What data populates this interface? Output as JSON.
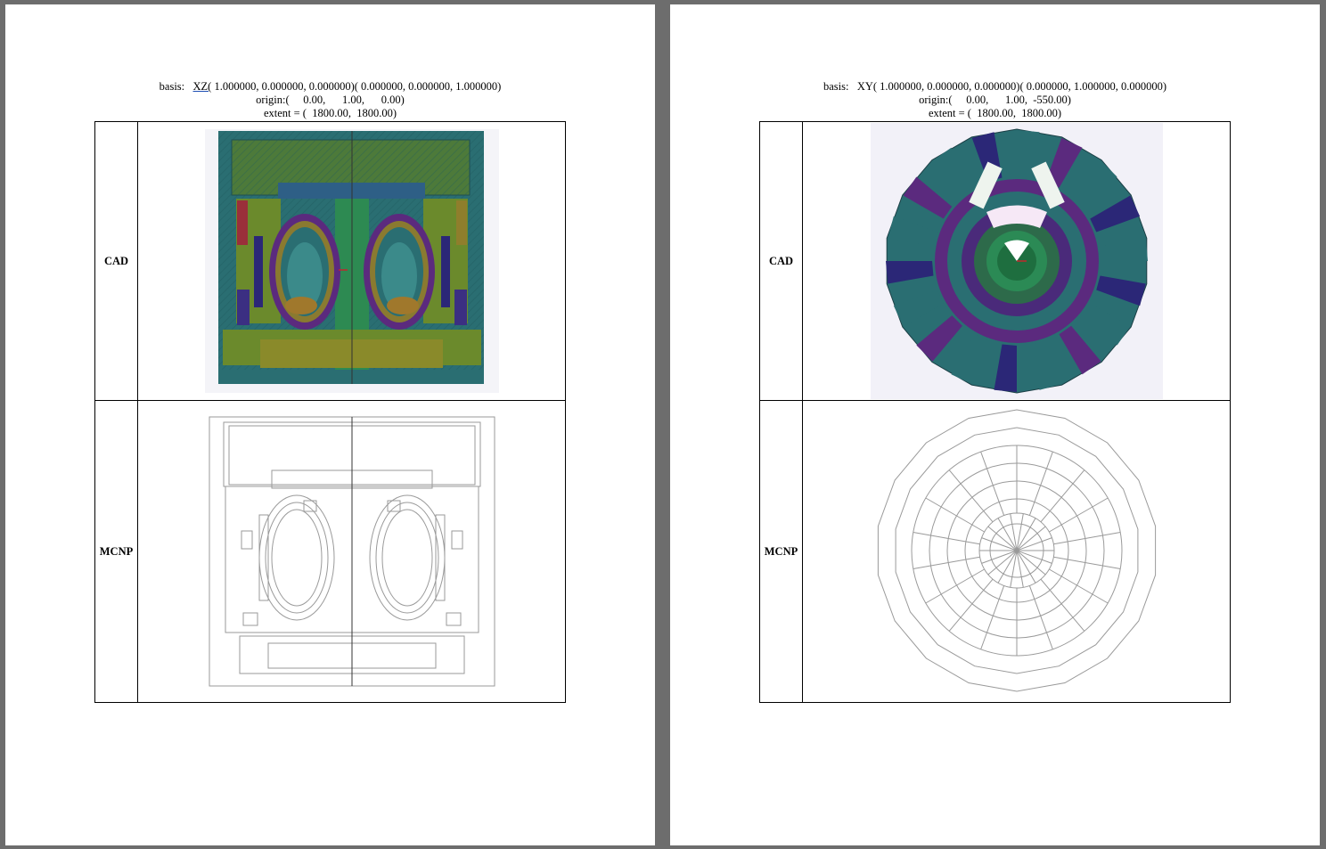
{
  "pages": [
    {
      "basis_label": "basis:",
      "basis_plane": "XZ(",
      "basis_rest": " 1.000000, 0.000000, 0.000000)( 0.000000, 0.000000, 1.000000)",
      "origin": "origin:(     0.00,      1.00,      0.00)",
      "extent": "extent = (  1800.00,  1800.00)",
      "row1_label": "CAD",
      "row2_label": "MCNP"
    },
    {
      "basis_label": "basis:",
      "basis_plane": "XY(",
      "basis_rest": " 1.000000, 0.000000, 0.000000)( 0.000000, 1.000000, 0.000000)",
      "origin": "origin:(     0.00,      1.00,  -550.00)",
      "extent": "extent = (  1800.00,  1800.00)",
      "row1_label": "CAD",
      "row2_label": "MCNP"
    }
  ],
  "colors": {
    "teal": "#2a6e72",
    "navy": "#2b2777",
    "purple": "#5b2a7e",
    "olive": "#7a7d2a",
    "green": "#2d7a45",
    "line": "#9a9a9a"
  }
}
